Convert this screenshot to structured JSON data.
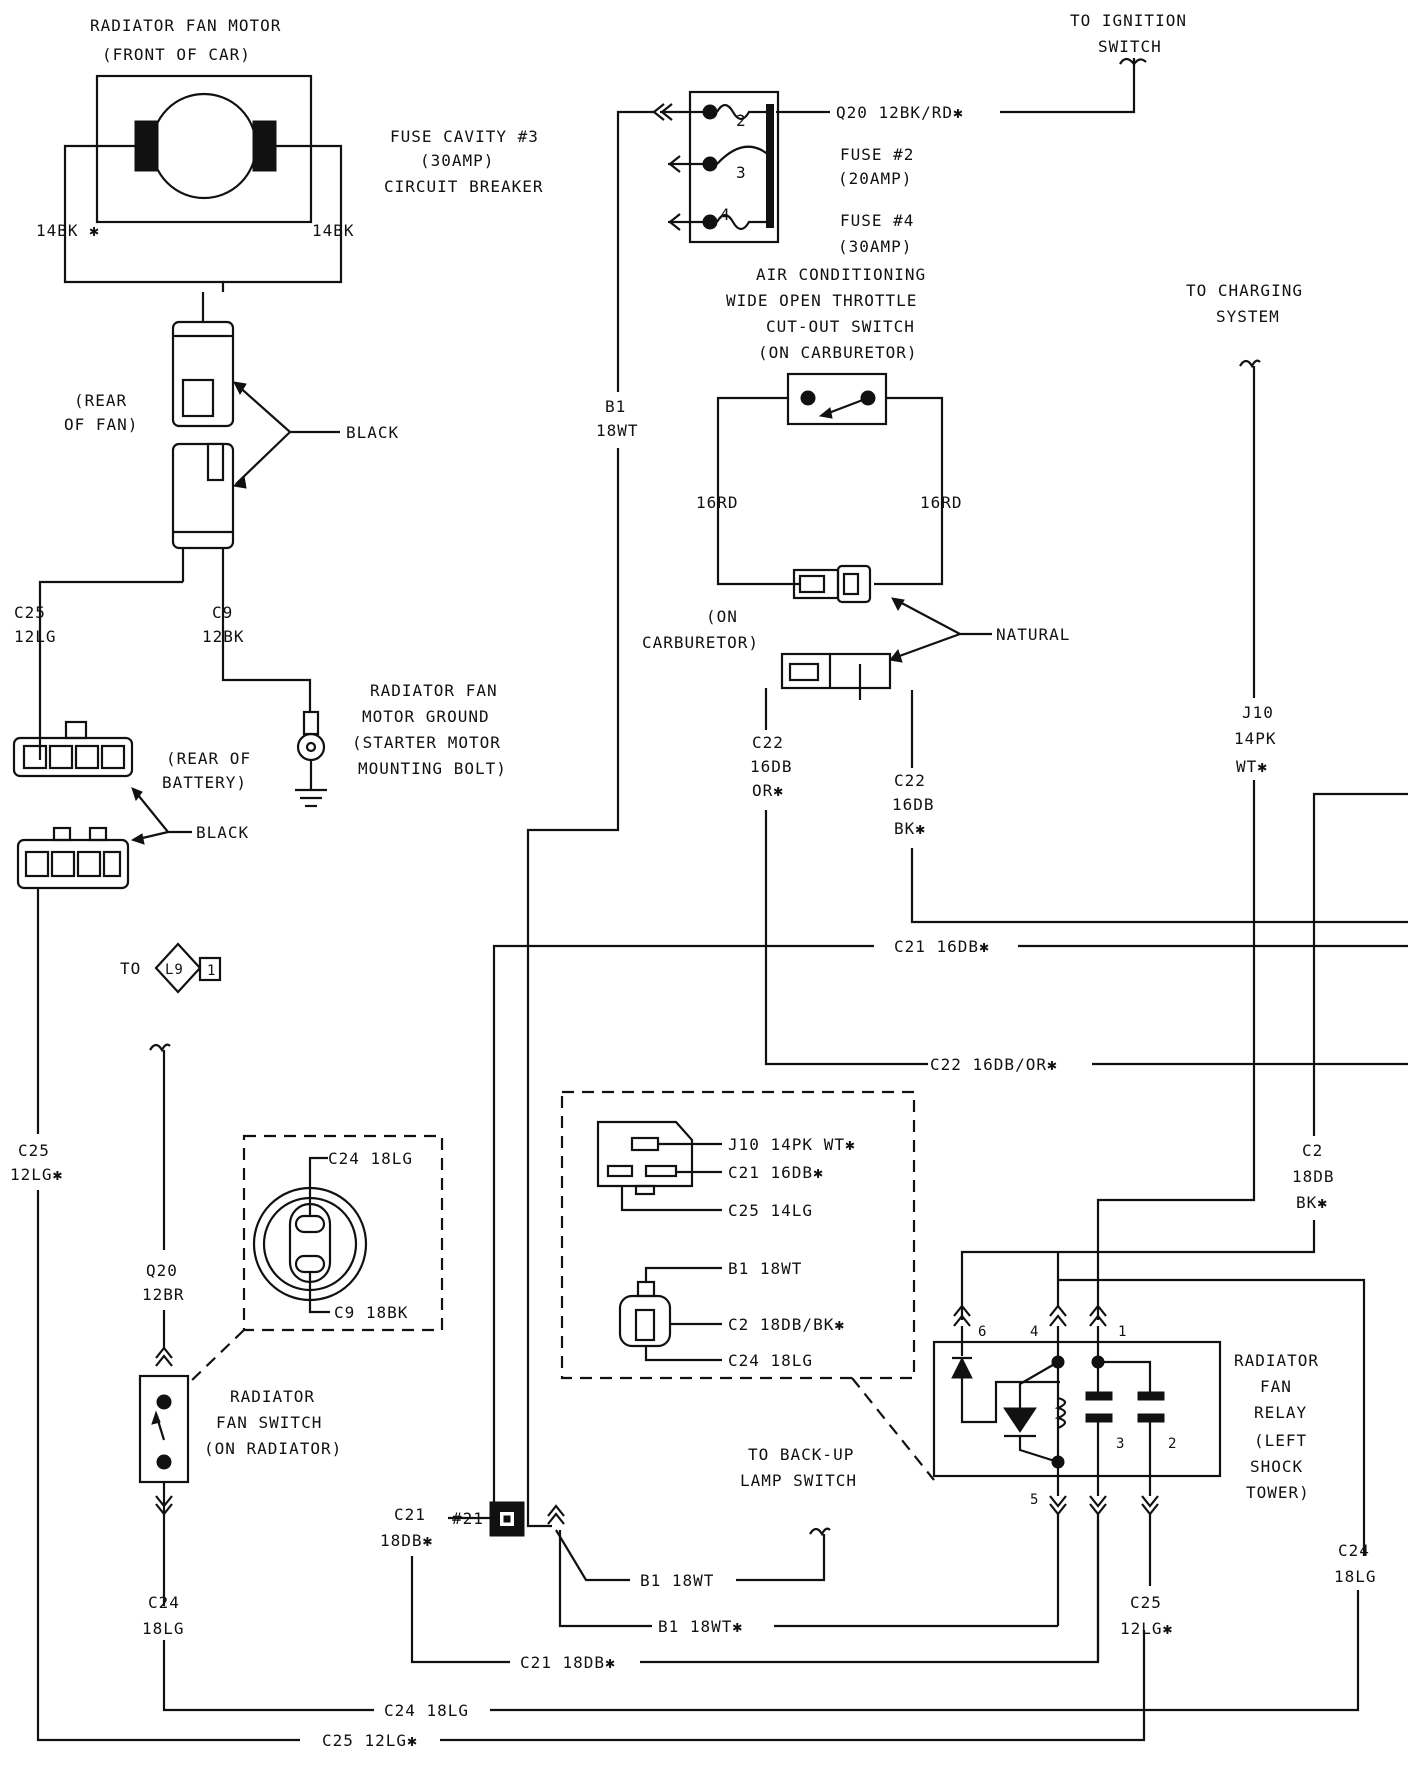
{
  "labels": {
    "fan_motor_title": "RADIATOR FAN MOTOR",
    "fan_motor_sub": "(FRONT OF CAR)",
    "motor_left_wire": "14BK ✱",
    "motor_right_wire": "14BK",
    "fuse_cavity_l1": "FUSE CAVITY #3",
    "fuse_cavity_l2": "(30AMP)",
    "fuse_cavity_l3": "CIRCUIT BREAKER",
    "fuse_n2": "2",
    "fuse_n3": "3",
    "fuse_n4": "4",
    "q20_top": "Q20 12BK/RD✱",
    "fuse2_l1": "FUSE #2",
    "fuse2_l2": "(20AMP)",
    "fuse4_l1": "FUSE #4",
    "fuse4_l2": "(30AMP)",
    "ignition_l1": "TO IGNITION",
    "ignition_l2": "SWITCH",
    "ac_l1": "AIR CONDITIONING",
    "ac_l2": "WIDE OPEN THROTTLE",
    "ac_l3": "CUT-OUT SWITCH",
    "ac_l4": "(ON CARBURETOR)",
    "charging_l1": "TO CHARGING",
    "charging_l2": "SYSTEM",
    "rear_fan_l1": "(REAR",
    "rear_fan_l2": "OF FAN)",
    "black_1": "BLACK",
    "b1_l1": "B1",
    "b1_l2": "18WT",
    "rd_left": "16RD",
    "rd_right": "16RD",
    "on_carb_l1": "(ON",
    "on_carb_l2": "CARBURETOR)",
    "natural": "NATURAL",
    "c25_l1": "C25",
    "c25_l2": "12LG",
    "c9_l1": "C9",
    "c9_l2": "12BK",
    "ground_l1": "RADIATOR FAN",
    "ground_l2": "MOTOR GROUND",
    "ground_l3": "(STARTER MOTOR",
    "ground_l4": "MOUNTING BOLT)",
    "rear_batt_l1": "(REAR OF",
    "rear_batt_l2": "BATTERY)",
    "black_2": "BLACK",
    "c22a_l1": "C22",
    "c22a_l2": "16DB",
    "c22a_l3": "OR✱",
    "c22b_l1": "C22",
    "c22b_l2": "16DB",
    "c22b_l3": "BK✱",
    "j10_l1": "J10",
    "j10_l2": "14PK",
    "j10_l3": "WT✱",
    "to_label": "TO",
    "l9_diamond": "L9",
    "l9_num": "1",
    "c21_mid": "C21 16DB✱",
    "c22_mid": "C22 16DB/OR✱",
    "c25_left_l1": "C25",
    "c25_left_l2": "12LG✱",
    "switch_c24": "C24 18LG",
    "switch_c9": "C9 18BK",
    "conn_j10": "J10 14PK WT✱",
    "conn_c21": "C21 16DB✱",
    "conn_c25": "C25 14LG",
    "conn_b1": "B1 18WT",
    "conn_c2": "C2 18DB/BK✱",
    "conn_c24": "C24 18LG",
    "c2_l1": "C2",
    "c2_l2": "18DB",
    "c2_l3": "BK✱",
    "q20_l1": "Q20",
    "q20_l2": "12BR",
    "fan_switch_l1": "RADIATOR",
    "fan_switch_l2": "FAN SWITCH",
    "fan_switch_l3": "(ON RADIATOR)",
    "backup_l1": "TO BACK-UP",
    "backup_l2": "LAMP SWITCH",
    "relay_l1": "RADIATOR",
    "relay_l2": "FAN",
    "relay_l3": "RELAY",
    "relay_l4": "(LEFT",
    "relay_l5": "SHOCK",
    "relay_l6": "TOWER)",
    "relay_p6": "6",
    "relay_p4": "4",
    "relay_p1": "1",
    "relay_p3": "3",
    "relay_p2": "2",
    "relay_p5": "5",
    "c21_left_l1": "C21",
    "c21_left_l2": "18DB✱",
    "fuse21": "#21",
    "b1_bot1": "B1 18WT",
    "b1_bot2": "B1 18WT✱",
    "c24_left_l1": "C24",
    "c24_left_l2": "18LG",
    "c24_right_l1": "C24",
    "c24_right_l2": "18LG",
    "c25_right_l1": "C25",
    "c25_right_l2": "12LG✱",
    "c21_bottom": "C21 18DB✱",
    "c24_bottom": "C24 18LG",
    "c25_bottom": "C25 12LG✱"
  }
}
